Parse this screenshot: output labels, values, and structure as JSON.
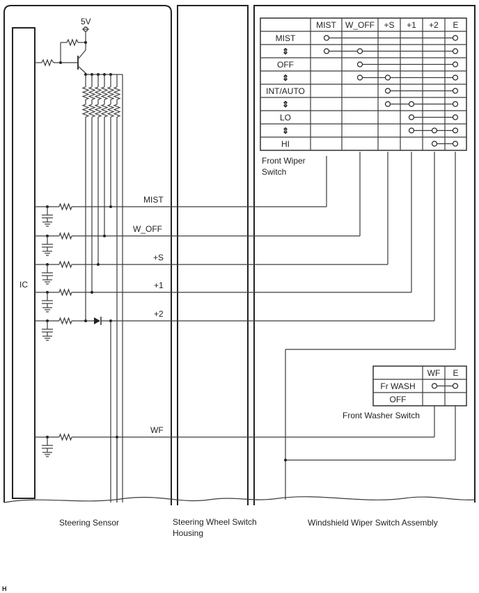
{
  "supply_label": "5V",
  "ic_label": "IC",
  "signals": [
    "MIST",
    "W_OFF",
    "+S",
    "+1",
    "+2",
    "WF"
  ],
  "wiper_table": {
    "columns": [
      "MIST",
      "W_OFF",
      "+S",
      "+1",
      "+2",
      "E"
    ],
    "rows": [
      "MIST",
      "⇕",
      "OFF",
      "⇕",
      "INT/AUTO",
      "⇕",
      "LO",
      "⇕",
      "HI"
    ],
    "caption_line1": "Front Wiper",
    "caption_line2": "Switch"
  },
  "washer_table": {
    "columns": [
      "WF",
      "E"
    ],
    "rows": [
      "Fr WASH",
      "OFF"
    ],
    "caption": "Front Washer Switch"
  },
  "sections": {
    "steering_sensor": "Steering Sensor",
    "housing_line1": "Steering Wheel Switch",
    "housing_line2": "Housing",
    "assembly": "Windshield Wiper Switch Assembly"
  },
  "footer_mark": "H"
}
